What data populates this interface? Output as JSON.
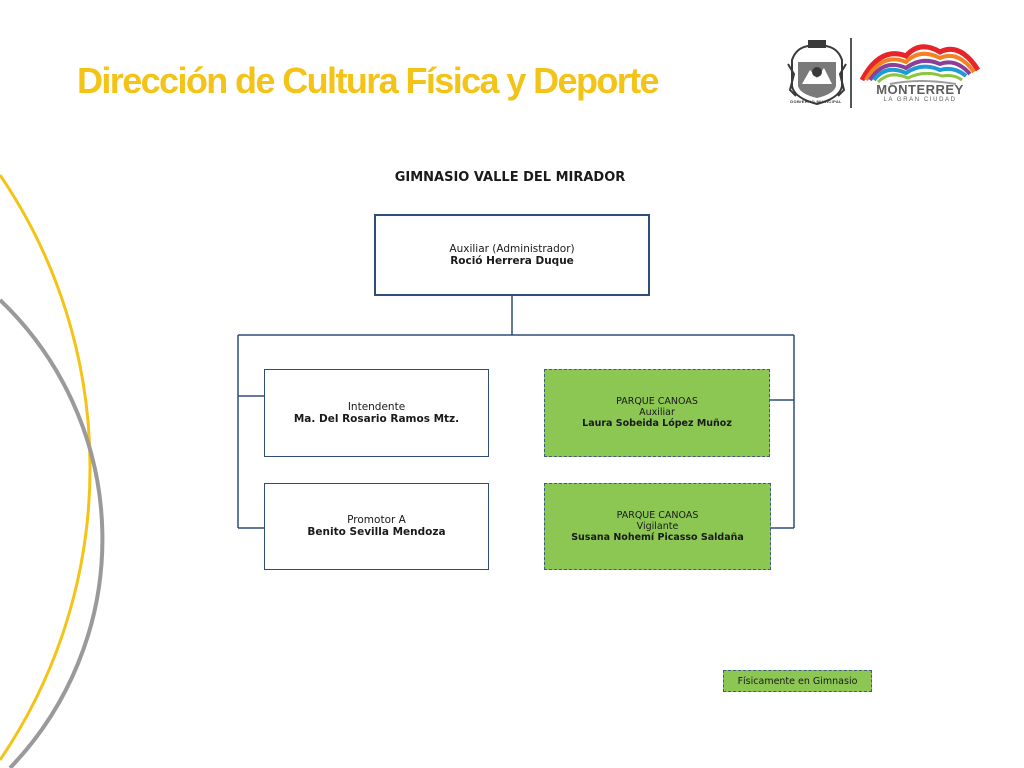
{
  "header": {
    "title": "Dirección de Cultura Física y Deporte",
    "seal_caption": "GOBIERNO MUNICIPAL",
    "city_name": "MONTERREY",
    "city_tagline": "LA GRAN CIUDAD"
  },
  "icons": {
    "seal": "municipal-seal-icon",
    "city_logo": "mountain-rainbow-logo-icon"
  },
  "colors": {
    "title": "#f3c417",
    "line": "#2e4d7b",
    "green_box": "#8cc653",
    "deco_yellow": "#f3c417",
    "deco_gray": "#9a9a9a"
  },
  "org_chart": {
    "title": "GIMNASIO VALLE DEL MIRADOR",
    "top": {
      "role": "Auxiliar (Administrador)",
      "name": "Roció Herrera Duque"
    },
    "intendente": {
      "role": "Intendente",
      "name": "Ma. Del Rosario Ramos Mtz."
    },
    "promotor": {
      "role": "Promotor A",
      "name": "Benito Sevilla Mendoza"
    },
    "parque_auxiliar": {
      "location": "PARQUE CANOAS",
      "role": "Auxiliar",
      "name": "Laura Sobeida López Muñoz"
    },
    "parque_vigilante": {
      "location": "PARQUE CANOAS",
      "role": "Vigilante",
      "name": "Susana Nohemí Picasso Saldaña"
    }
  },
  "legend": {
    "label": "Físicamente en Gimnasio"
  }
}
